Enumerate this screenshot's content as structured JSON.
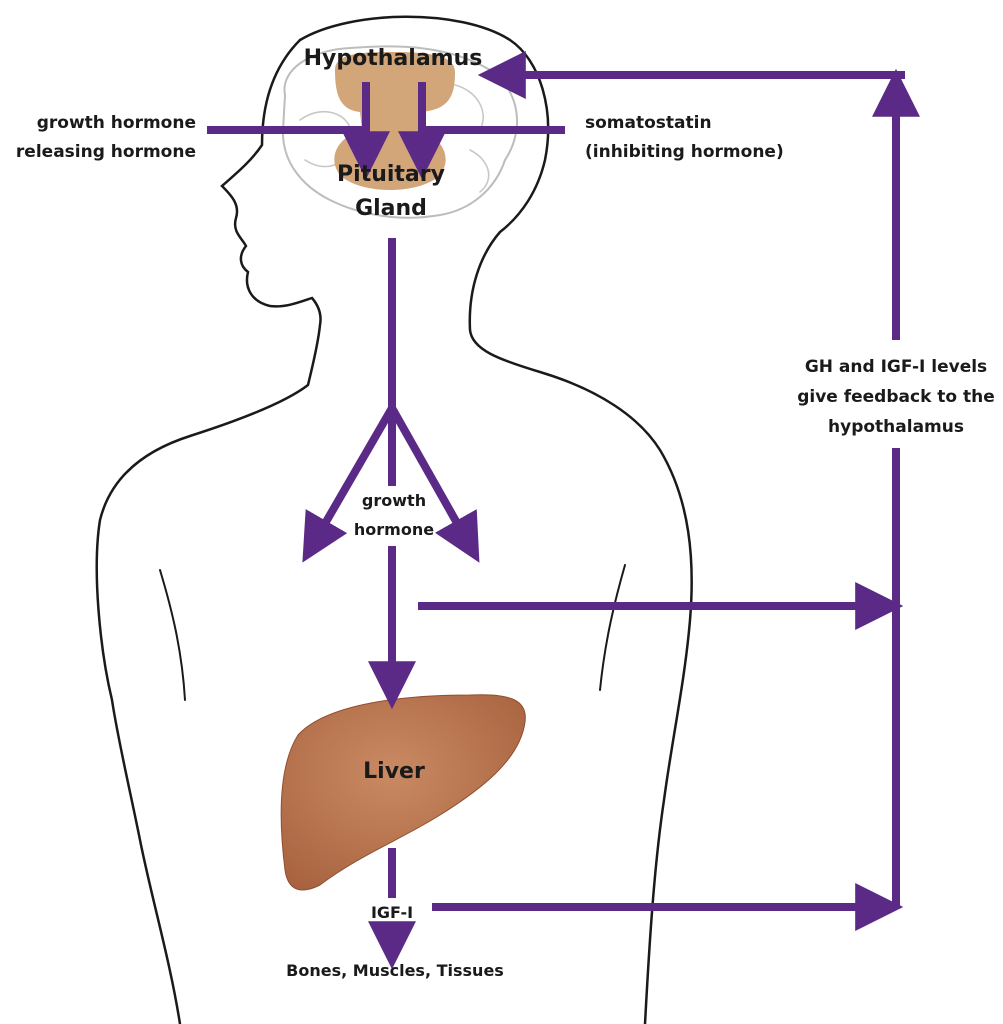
{
  "labels": {
    "hypothalamus": "Hypothalamus",
    "pituitary_line1": "Pituitary",
    "pituitary_line2": "Gland",
    "ghrh_line1": "growth hormone",
    "ghrh_line2": "releasing hormone",
    "somatostatin_line1": "somatostatin",
    "somatostatin_line2": "(inhibiting hormone)",
    "feedback_line1": "GH and IGF-I levels",
    "feedback_line2": "give feedback to the",
    "feedback_line3": "hypothalamus",
    "gh_line1": "growth",
    "gh_line2": "hormone",
    "liver": "Liver",
    "igf": "IGF-I",
    "targets": "Bones, Muscles, Tissues"
  },
  "colors": {
    "arrow": "#5b2a86",
    "gland": "#d2a679",
    "liver": "#b8744f",
    "outline": "#1a1a1a"
  }
}
